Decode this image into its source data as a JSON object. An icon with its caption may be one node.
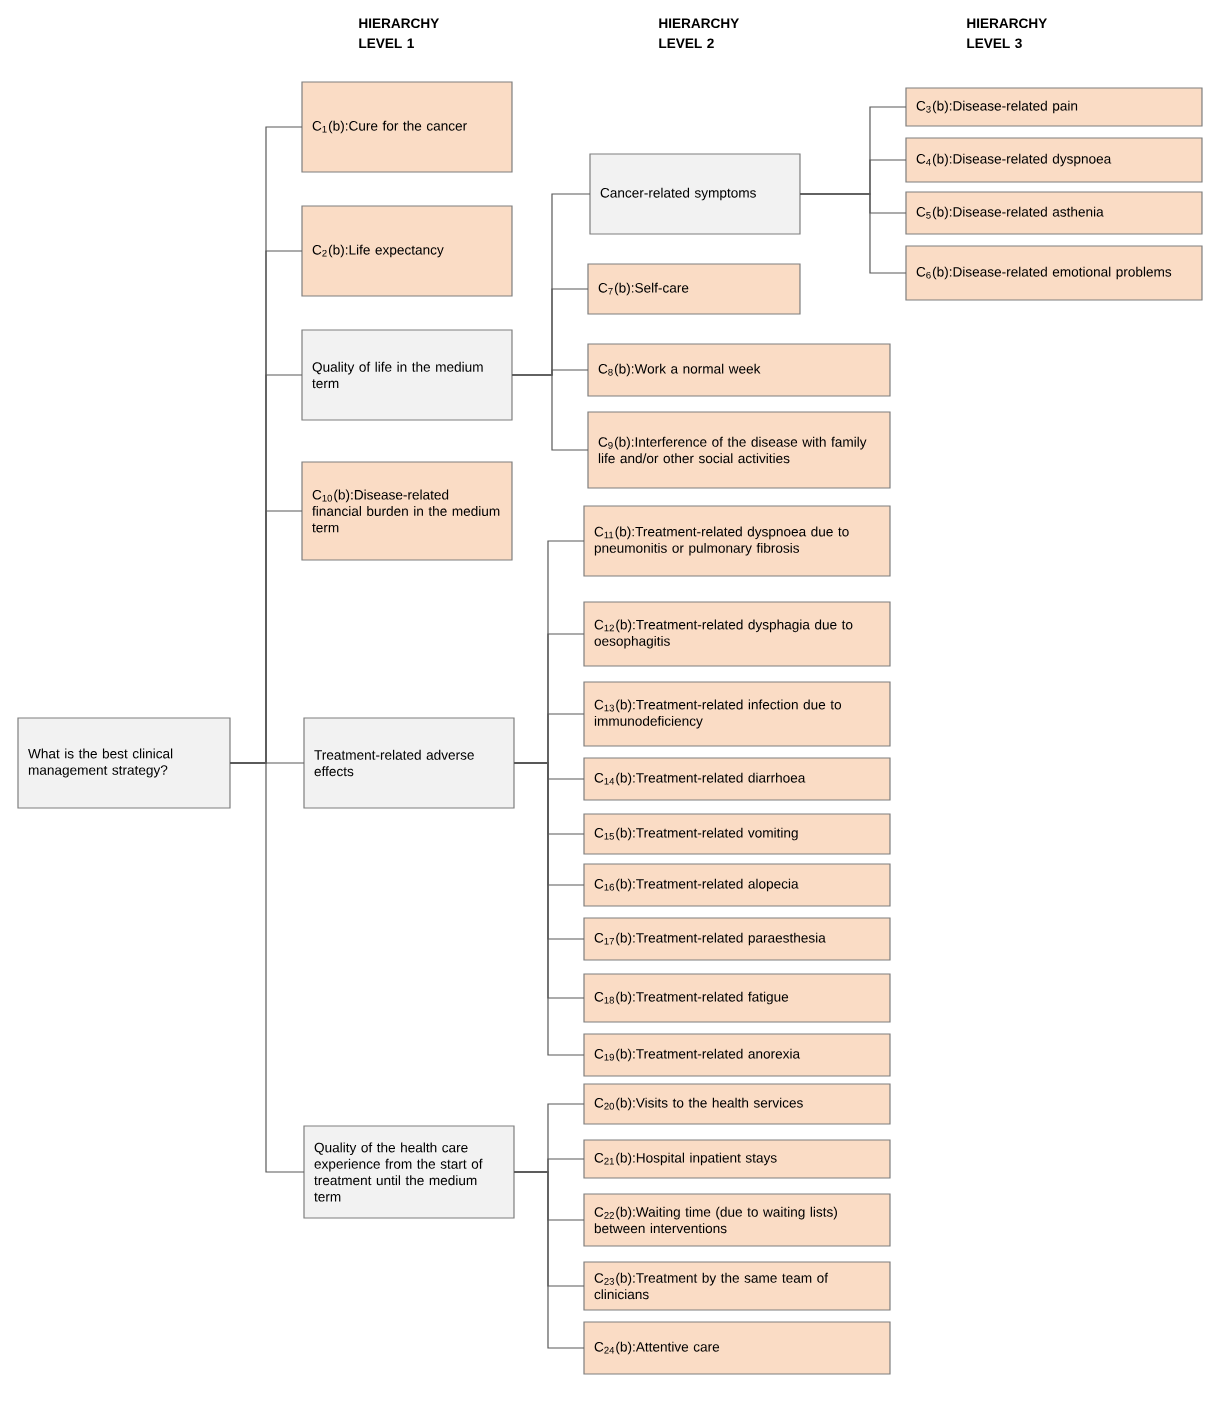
{
  "diagram": {
    "nodes": [
      {
        "text": [
          "What is the best clinical management strategy?"
        ]
      },
      {
        "text": [
          "C$_{1}$(b):Cure for the cancer"
        ]
      },
      {
        "text": [
          "C$_{2}$(b):Life expectancy"
        ]
      },
      {
        "text": [
          "Quality of life in the medium term"
        ]
      },
      {
        "text": [
          "C$_{10}$(b):Disease-related financial burden in the medium term"
        ]
      },
      {
        "text": [
          "Treatment-related adverse effects"
        ]
      },
      {
        "text": [
          "Quality of the health care experience from the start of treatment until the medium term"
        ]
      },
      {
        "text": [
          "Cancer-related symptoms"
        ]
      },
      {
        "text": [
          "C$_{7}$(b):Self-care"
        ]
      },
      {
        "text": [
          "C$_{8}$(b):Work a normal week"
        ]
      },
      {
        "text": [
          "C$_{9}$(b):Interference of the disease with family life and/or other social activities"
        ]
      },
      {
        "text": [
          "C$_{11}$(b):Treatment-related dyspnoea due to pneumonitis or pulmonary fibrosis"
        ]
      },
      {
        "text": [
          "C$_{12}$(b):Treatment-related dysphagia due to oesophagitis"
        ]
      },
      {
        "text": [
          "C$_{13}$(b):Treatment-related infection due to immunodeficiency"
        ]
      },
      {
        "text": [
          "C$_{14}$(b):Treatment-related diarrhoea"
        ]
      },
      {
        "text": [
          "C$_{15}$(b):Treatment-related vomiting"
        ]
      },
      {
        "text": [
          "C$_{16}$(b):Treatment-related alopecia"
        ]
      },
      {
        "text": [
          "C$_{17}$(b):Treatment-related paraesthesia"
        ]
      },
      {
        "text": [
          "C$_{18}$(b):Treatment-related fatigue"
        ]
      },
      {
        "text": [
          "C$_{19}$(b):Treatment-related anorexia"
        ]
      },
      {
        "text": [
          "C$_{20}$(b):Visits to the health services"
        ]
      },
      {
        "text": [
          "C$_{21}$(b):Hospital inpatient stays"
        ]
      },
      {
        "text": [
          "C$_{22}$(b):Waiting time (due to waiting lists) between interventions"
        ]
      },
      {
        "text": [
          "C$_{23}$(b):Treatment by the same team of clinicians"
        ]
      },
      {
        "text": [
          "C$_{24}$(b):Attentive care"
        ]
      },
      {
        "text": [
          "C$_{3}$(b):Disease-related pain"
        ]
      },
      {
        "text": [
          "C$_{4}$(b):Disease-related dyspnoea"
        ]
      },
      {
        "text": [
          "C$_{5}$(b):Disease-related asthenia"
        ]
      },
      {
        "text": [
          "C$_{6}$(b):Disease-related emotional problems"
        ]
      }
    ],
    "edges": [
      {
        "from": 0,
        "to": 1,
        "arrow": "none"
      },
      {
        "from": 0,
        "to": 2,
        "arrow": "none"
      },
      {
        "from": 0,
        "to": 3,
        "arrow": "none"
      },
      {
        "from": 0,
        "to": 4,
        "arrow": "none"
      },
      {
        "from": 0,
        "to": 5,
        "arrow": "none"
      },
      {
        "from": 0,
        "to": 6,
        "arrow": "none"
      },
      {
        "from": 3,
        "to": 7,
        "arrow": "none"
      },
      {
        "from": 3,
        "to": 8,
        "arrow": "none"
      },
      {
        "from": 3,
        "to": 9,
        "arrow": "none"
      },
      {
        "from": 3,
        "to": 10,
        "arrow": "none"
      },
      {
        "from": 5,
        "to": 11,
        "arrow": "none"
      },
      {
        "from": 5,
        "to": 12,
        "arrow": "none"
      },
      {
        "from": 5,
        "to": 13,
        "arrow": "none"
      },
      {
        "from": 5,
        "to": 14,
        "arrow": "none"
      },
      {
        "from": 5,
        "to": 15,
        "arrow": "none"
      },
      {
        "from": 5,
        "to": 16,
        "arrow": "none"
      },
      {
        "from": 5,
        "to": 17,
        "arrow": "none"
      },
      {
        "from": 5,
        "to": 18,
        "arrow": "none"
      },
      {
        "from": 5,
        "to": 19,
        "arrow": "none"
      },
      {
        "from": 6,
        "to": 20,
        "arrow": "none"
      },
      {
        "from": 6,
        "to": 21,
        "arrow": "none"
      },
      {
        "from": 6,
        "to": 22,
        "arrow": "none"
      },
      {
        "from": 6,
        "to": 23,
        "arrow": "none"
      },
      {
        "from": 6,
        "to": 24,
        "arrow": "none"
      },
      {
        "from": 7,
        "to": 25,
        "arrow": "none"
      },
      {
        "from": 7,
        "to": 26,
        "arrow": "none"
      },
      {
        "from": 7,
        "to": 27,
        "arrow": "none"
      },
      {
        "from": 7,
        "to": 28,
        "arrow": "none"
      }
    ],
    "labels": [
      "HIERARCHY LEVEL 1",
      "HIERARCHY LEVEL 2",
      "HIERARCHY LEVEL 3"
    ]
  }
}
